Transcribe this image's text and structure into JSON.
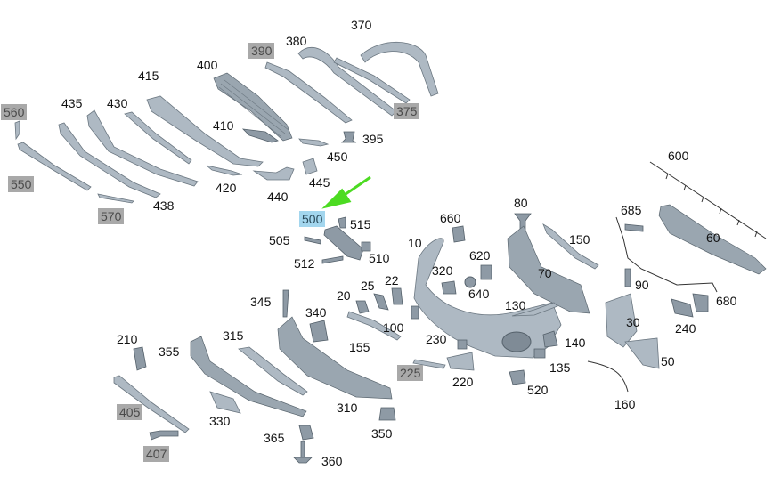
{
  "diagram": {
    "highlight_color": "#a3d6ee",
    "tag_color": "#a9a9a9",
    "arrow_color": "#4cdb22",
    "labels": {
      "l370": "370",
      "l380": "380",
      "l390": "390",
      "l375": "375",
      "l400": "400",
      "l415": "415",
      "l395": "395",
      "l410": "410",
      "l450": "450",
      "l445": "445",
      "l440": "440",
      "l420": "420",
      "l560": "560",
      "l435": "435",
      "l430": "430",
      "l550": "550",
      "l438": "438",
      "l570": "570",
      "l500": "500",
      "l515": "515",
      "l505": "505",
      "l510": "510",
      "l512": "512",
      "l600": "600",
      "l660": "660",
      "l80": "80",
      "l685": "685",
      "l150": "150",
      "l60": "60",
      "l10": "10",
      "l620": "620",
      "l320": "320",
      "l640": "640",
      "l70": "70",
      "l90": "90",
      "l680": "680",
      "l345": "345",
      "l340": "340",
      "l20": "20",
      "l25": "25",
      "l22": "22",
      "l130": "130",
      "l30": "30",
      "l210": "210",
      "l355": "355",
      "l315": "315",
      "l155": "155",
      "l100": "100",
      "l240": "240",
      "l230": "230",
      "l140": "140",
      "l225": "225",
      "l220": "220",
      "l135": "135",
      "l50": "50",
      "l405": "405",
      "l330": "330",
      "l310": "310",
      "l520": "520",
      "l160": "160",
      "l365": "365",
      "l350": "350",
      "l407": "407",
      "l360": "360"
    }
  }
}
